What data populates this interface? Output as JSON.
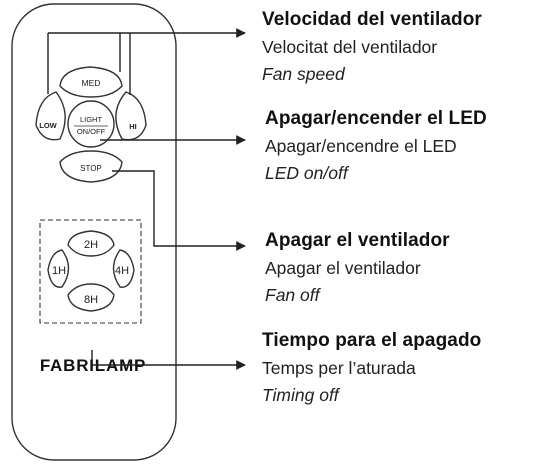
{
  "remote": {
    "buttons": {
      "med": "MED",
      "low": "LOW",
      "hi": "HI",
      "light_line1": "LIGHT",
      "light_line2": "ON/OFF",
      "stop": "STOP",
      "timer_2h": "2H",
      "timer_1h": "1H",
      "timer_4h": "4H",
      "timer_8h": "8H"
    },
    "brand": "FABRILAMP"
  },
  "labels": [
    {
      "es": "Velocidad del ventilador",
      "ca": "Velocitat del ventilador",
      "en": "Fan speed"
    },
    {
      "es": "Apagar/encender el LED",
      "ca": "Apagar/encendre el LED",
      "en": "LED on/off"
    },
    {
      "es": "Apagar el ventilador",
      "ca": "Apagar el ventilador",
      "en": "Fan off"
    },
    {
      "es": "Tiempo para el apagado",
      "ca": "Temps per l’aturada",
      "en": "Timing off"
    }
  ]
}
